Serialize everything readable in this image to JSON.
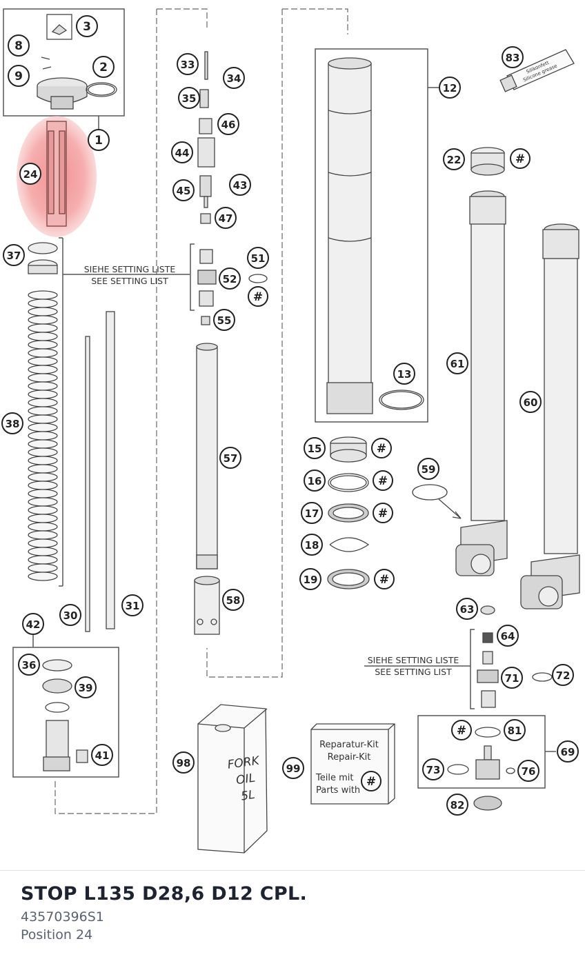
{
  "callouts": [
    {
      "id": "c1",
      "label": "1"
    },
    {
      "id": "c2",
      "label": "2"
    },
    {
      "id": "c3",
      "label": "3"
    },
    {
      "id": "c8",
      "label": "8"
    },
    {
      "id": "c9",
      "label": "9"
    },
    {
      "id": "c12",
      "label": "12"
    },
    {
      "id": "c13",
      "label": "13"
    },
    {
      "id": "c15",
      "label": "15"
    },
    {
      "id": "c16",
      "label": "16"
    },
    {
      "id": "c17",
      "label": "17"
    },
    {
      "id": "c18",
      "label": "18"
    },
    {
      "id": "c19",
      "label": "19"
    },
    {
      "id": "c22",
      "label": "22"
    },
    {
      "id": "c24",
      "label": "24"
    },
    {
      "id": "c30",
      "label": "30"
    },
    {
      "id": "c31",
      "label": "31"
    },
    {
      "id": "c33",
      "label": "33"
    },
    {
      "id": "c34",
      "label": "34"
    },
    {
      "id": "c35",
      "label": "35"
    },
    {
      "id": "c36",
      "label": "36"
    },
    {
      "id": "c37",
      "label": "37"
    },
    {
      "id": "c38",
      "label": "38"
    },
    {
      "id": "c39",
      "label": "39"
    },
    {
      "id": "c41",
      "label": "41"
    },
    {
      "id": "c42",
      "label": "42"
    },
    {
      "id": "c43",
      "label": "43"
    },
    {
      "id": "c44",
      "label": "44"
    },
    {
      "id": "c45",
      "label": "45"
    },
    {
      "id": "c46",
      "label": "46"
    },
    {
      "id": "c47",
      "label": "47"
    },
    {
      "id": "c51",
      "label": "51"
    },
    {
      "id": "c52",
      "label": "52"
    },
    {
      "id": "c55",
      "label": "55"
    },
    {
      "id": "c57",
      "label": "57"
    },
    {
      "id": "c58",
      "label": "58"
    },
    {
      "id": "c59",
      "label": "59"
    },
    {
      "id": "c60",
      "label": "60"
    },
    {
      "id": "c61",
      "label": "61"
    },
    {
      "id": "c63",
      "label": "63"
    },
    {
      "id": "c64",
      "label": "64"
    },
    {
      "id": "c69",
      "label": "69"
    },
    {
      "id": "c71",
      "label": "71"
    },
    {
      "id": "c72",
      "label": "72"
    },
    {
      "id": "c73",
      "label": "73"
    },
    {
      "id": "c76",
      "label": "76"
    },
    {
      "id": "c81",
      "label": "81"
    },
    {
      "id": "c82",
      "label": "82"
    },
    {
      "id": "c83",
      "label": "83"
    },
    {
      "id": "c98",
      "label": "98"
    },
    {
      "id": "c99",
      "label": "99"
    },
    {
      "id": "h22",
      "label": "#"
    },
    {
      "id": "h51",
      "label": "#"
    },
    {
      "id": "h15",
      "label": "#"
    },
    {
      "id": "h16",
      "label": "#"
    },
    {
      "id": "h17",
      "label": "#"
    },
    {
      "id": "h19",
      "label": "#"
    },
    {
      "id": "h81",
      "label": "#"
    },
    {
      "id": "h99",
      "label": "#"
    }
  ],
  "setting_note_1": {
    "line1": "SIEHE SETTING LISTE",
    "line2": "SEE SETTING LIST"
  },
  "setting_note_2": {
    "line1": "SIEHE SETTING LISTE",
    "line2": "SEE SETTING LIST"
  },
  "oil_can": {
    "line1": "FORK",
    "line2": "OIL",
    "line3": "5L"
  },
  "repair_kit": {
    "line1": "Reparatur-Kit",
    "line2": "Repair-Kit",
    "line3": "Teile mit",
    "line4": "Parts with"
  },
  "grease_tube": {
    "line1": "Silikonfett",
    "line2": "Silicone grease"
  },
  "highlight": {
    "color": "#f08a8a",
    "position": "24"
  },
  "footer": {
    "title": "STOP L135 D28,6 D12 CPL.",
    "part_number": "43570396S1",
    "position": "Position 24"
  }
}
